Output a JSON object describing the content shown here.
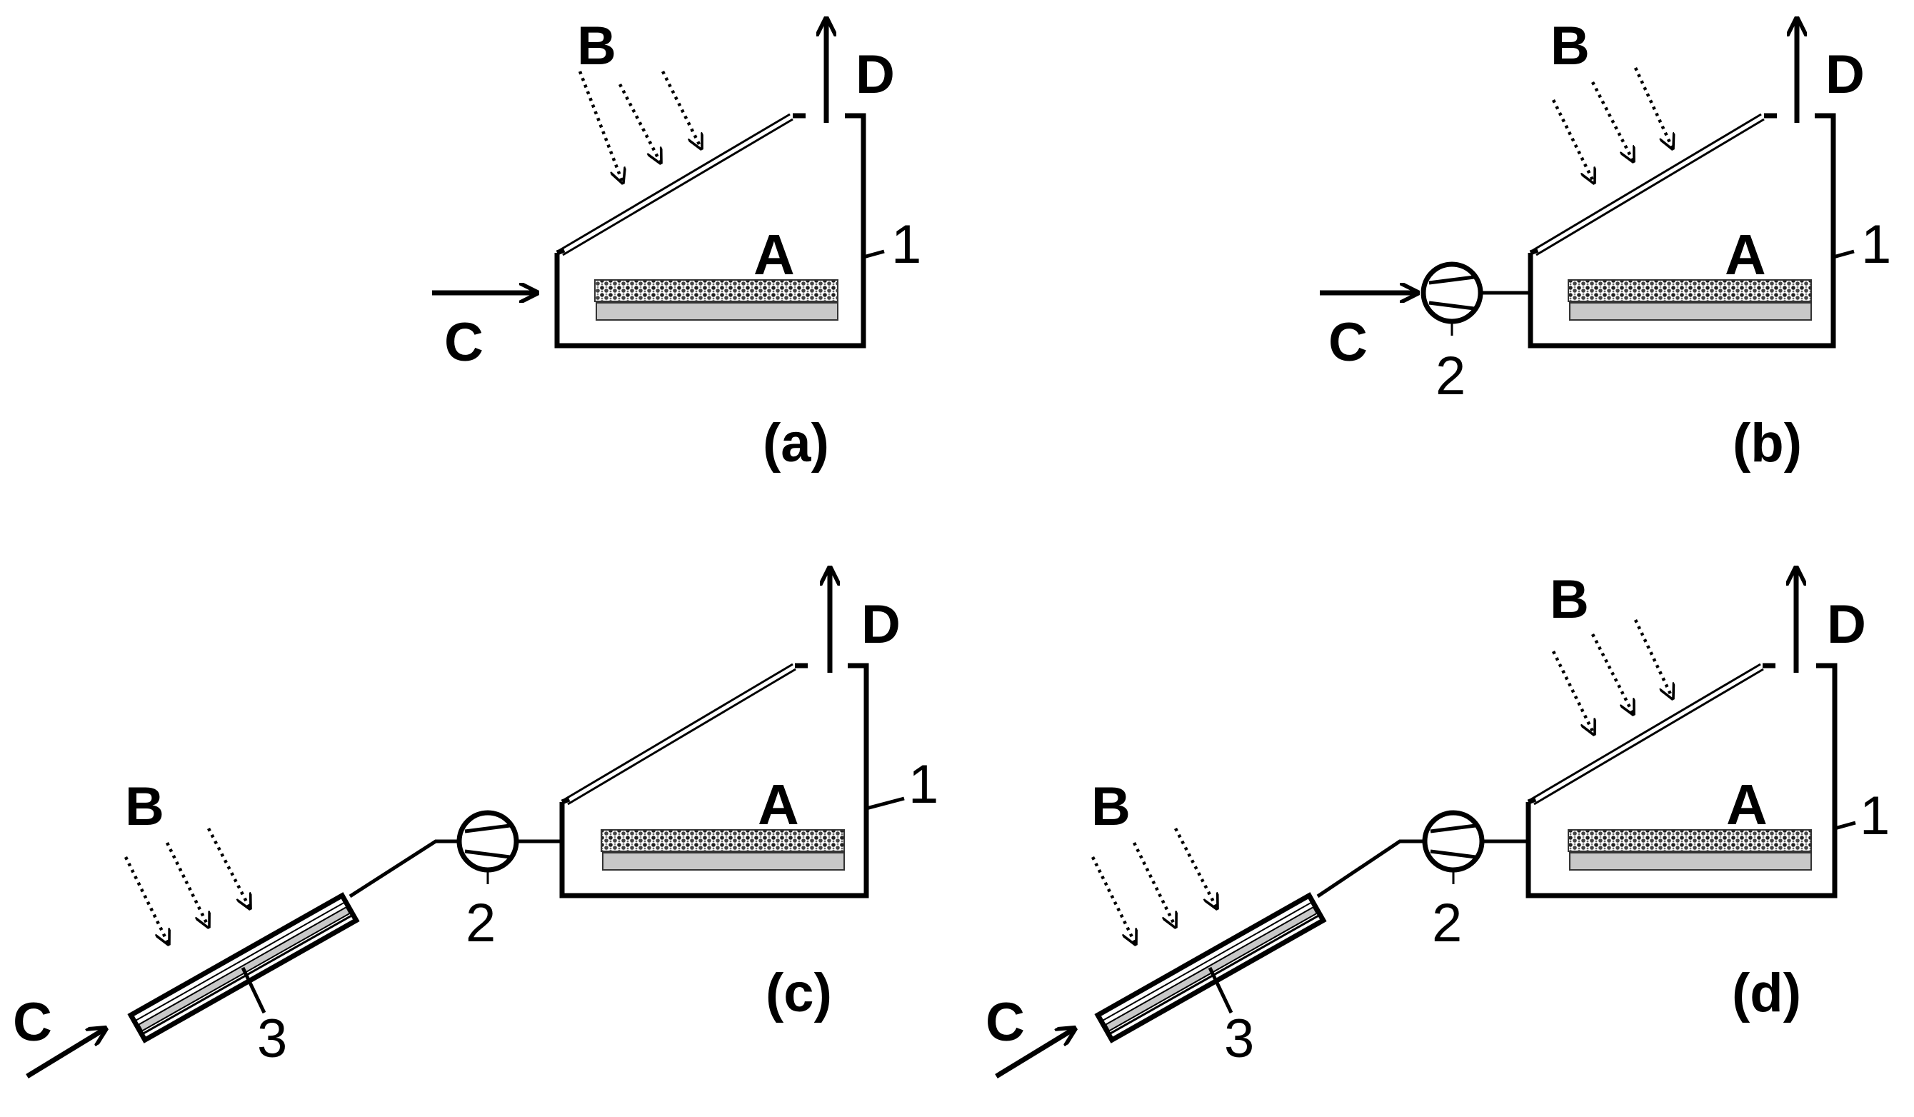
{
  "panels": [
    {
      "id": "a",
      "caption": "(a)",
      "label_A": "A",
      "label_B": "B",
      "label_C": "C",
      "label_D": "D",
      "label_1": "1"
    },
    {
      "id": "b",
      "caption": "(b)",
      "label_A": "A",
      "label_B": "B",
      "label_C": "C",
      "label_D": "D",
      "label_1": "1",
      "label_2": "2"
    },
    {
      "id": "c",
      "caption": "(c)",
      "label_A": "A",
      "label_B": "B",
      "label_C": "C",
      "label_D": "D",
      "label_1": "1",
      "label_2": "2",
      "label_3": "3"
    },
    {
      "id": "d",
      "caption": "(d)",
      "label_A": "A",
      "label_B": "B",
      "label_B2": "B",
      "label_C": "C",
      "label_D": "D",
      "label_1": "1",
      "label_2": "2",
      "label_3": "3"
    }
  ],
  "colors": {
    "line": "#000000",
    "tray": "#c8c8c8",
    "tray_edge": "#333333",
    "background": "#ffffff"
  }
}
